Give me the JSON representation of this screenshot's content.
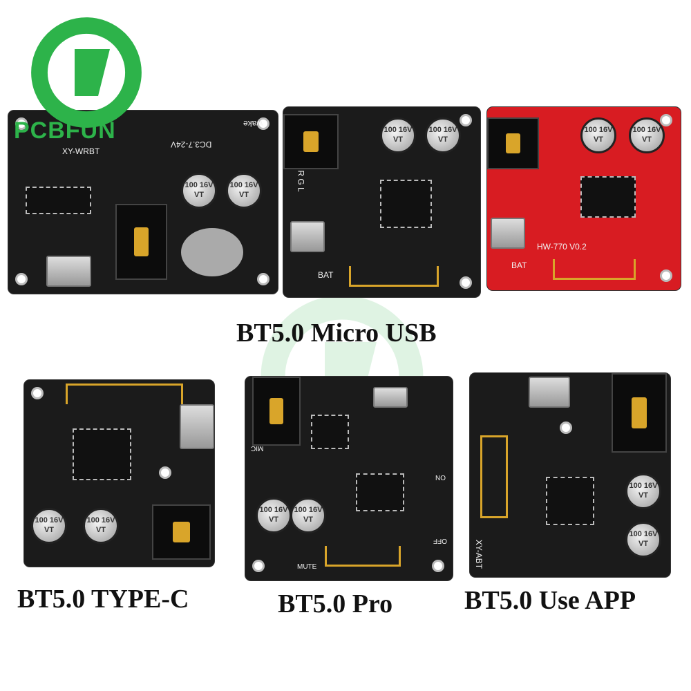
{
  "logo": {
    "text": "PCBFUN",
    "color": "#2db34a"
  },
  "products": [
    {
      "label": "",
      "board_color": "#1b1b1b",
      "silkscreen": [
        "XY-WRBT",
        "DC3.7-24V",
        "wake"
      ]
    },
    {
      "label": "BT5.0 Micro USB",
      "board_color": "#1b1b1b",
      "silkscreen": [
        "BAT",
        "R G L"
      ]
    },
    {
      "label": "",
      "board_color": "#d81c22",
      "silkscreen": [
        "HW-770 V0.2",
        "BAT"
      ]
    },
    {
      "label": "BT5.0 TYPE-C",
      "board_color": "#1b1b1b",
      "silkscreen": []
    },
    {
      "label": "BT5.0 Pro",
      "board_color": "#1b1b1b",
      "silkscreen": [
        "MIC",
        "MUTE",
        "ON",
        "OFF"
      ]
    },
    {
      "label": "BT5.0 Use APP",
      "board_color": "#1b1b1b",
      "silkscreen": [
        "XY-ABT"
      ]
    }
  ],
  "capacitor_text": "100 16V VT"
}
